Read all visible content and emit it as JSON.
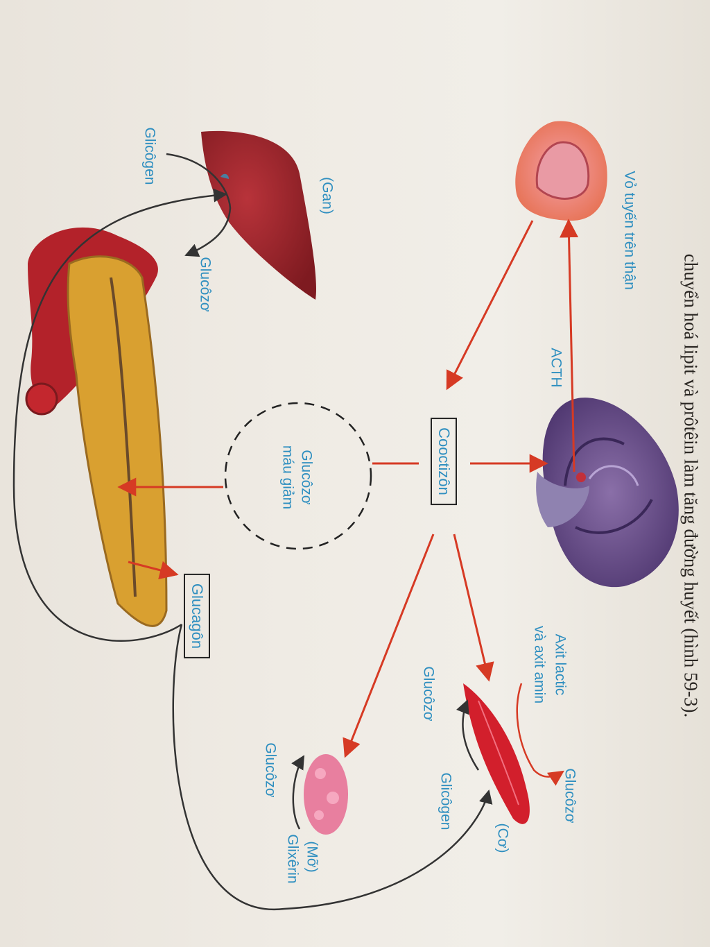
{
  "header_text": "chuyển hoá lipit và prôtêin làm tăng đường huyết (hình 59-3).",
  "labels": {
    "adrenal_cortex": "Vỏ tuyến trên thận",
    "acth": "ACTH",
    "cortisol": "Cooctizôn",
    "blood_glucose_line1": "Glucôzơ",
    "blood_glucose_line2": "máu giảm",
    "glucagon": "Glucagôn",
    "liver": "(Gan)",
    "liver_glycogen": "Glicôgen",
    "liver_glucose": "Glucôzơ",
    "muscle": "(Cơ)",
    "muscle_acids_line1": "Axit lactic",
    "muscle_acids_line2": "và axit amin",
    "muscle_glucose_out": "Glucôzơ",
    "muscle_glycogen": "Glicôgen",
    "muscle_glucose_in": "Glucôzơ",
    "fat": "(Mỡ)",
    "fat_glycerin": "Glixêrin",
    "fat_glucose": "Glucôzơ"
  },
  "colors": {
    "label_blue": "#2f8fc0",
    "arrow_red": "#d63a24",
    "arrow_dark": "#333333"
  }
}
